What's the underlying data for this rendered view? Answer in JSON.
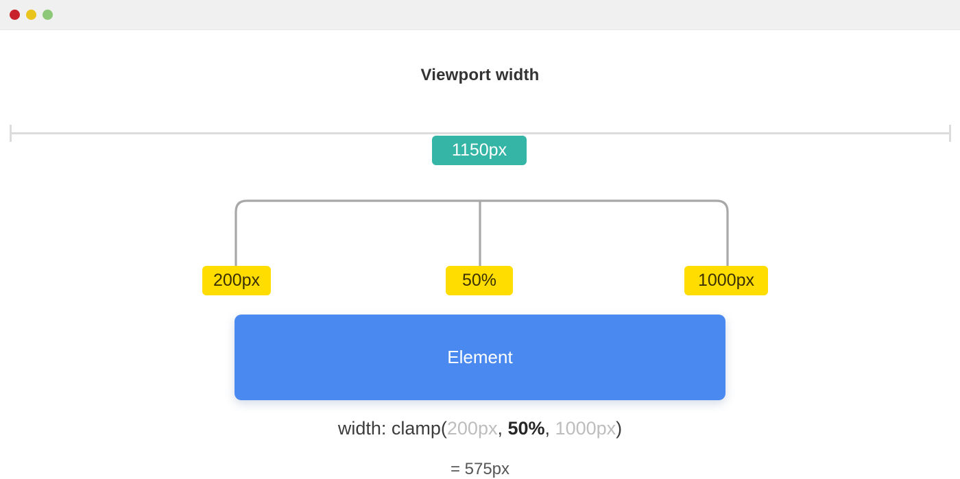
{
  "window": {
    "titlebar": {
      "buttons": [
        {
          "name": "close",
          "color": "#c8232c"
        },
        {
          "name": "minimize",
          "color": "#e8c41d"
        },
        {
          "name": "maximize",
          "color": "#8dc878"
        }
      ]
    }
  },
  "diagram": {
    "title": "Viewport width",
    "viewport": {
      "label": "1150px",
      "color": "#35b5a5"
    },
    "ruler": {
      "color": "#dcdcdc"
    },
    "bracket": {
      "color": "#a8a8a8"
    },
    "values": {
      "min": "200px",
      "preferred": "50%",
      "max": "1000px",
      "badge_color": "#ffdd00",
      "badge_text_color": "#3a3000"
    },
    "element": {
      "label": "Element",
      "color": "#4a89f0",
      "text_color": "#ffffff"
    },
    "formula": {
      "prefix": "width: clamp(",
      "min": "200px",
      "sep1": ", ",
      "preferred": "50%",
      "sep2": ", ",
      "max": "1000px",
      "suffix": ")"
    },
    "result": "= 575px"
  }
}
